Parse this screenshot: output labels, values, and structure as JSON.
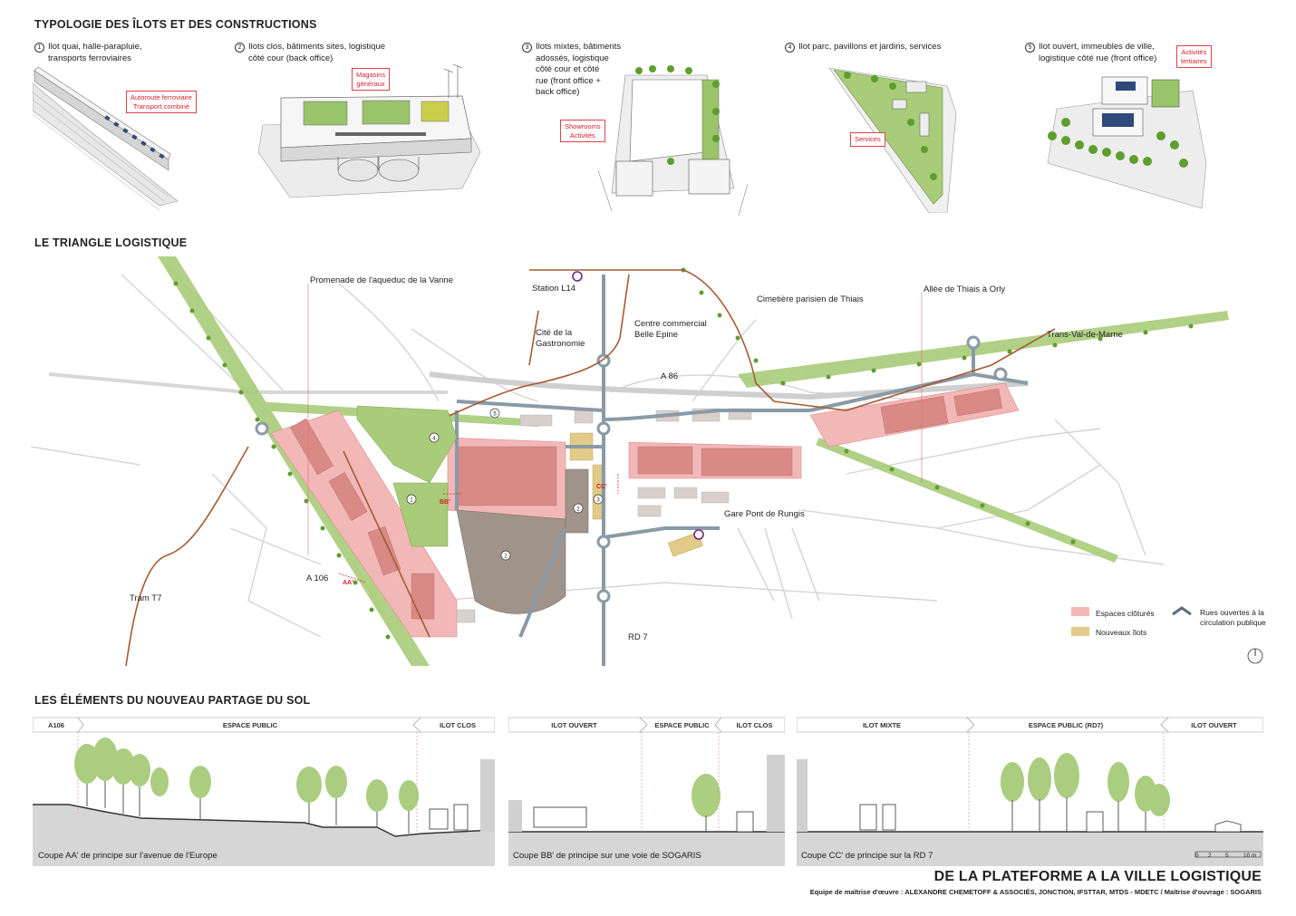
{
  "sections": {
    "typology_title": "TYPOLOGIE DES ÎLOTS ET DES CONSTRUCTIONS",
    "triangle_title": "LE TRIANGLE LOGISTIQUE",
    "partage_title": "LES ÉLÉMENTS DU NOUVEAU PARTAGE DU SOL"
  },
  "typologies": [
    {
      "num": "1",
      "label_lines": [
        "Ilot quai, halle-parapluie,",
        "transports ferroviaires"
      ],
      "tags": [
        "Autoroute ferroviaire\nTransport combiné"
      ]
    },
    {
      "num": "2",
      "label_lines": [
        "Ilots clos, bâtiments sites, logistique",
        "côté cour (back office)"
      ],
      "tags": [
        "Magasins\ngénéraux"
      ]
    },
    {
      "num": "3",
      "label_lines": [
        "Ilots mixtes, bâtiments",
        "adossés, logistique",
        "côté cour et côté",
        "rue (front office +",
        "back office)"
      ],
      "tags": [
        "Showrooms\nActivités"
      ]
    },
    {
      "num": "4",
      "label_lines": [
        "Ilot parc, pavillons et jardins, services"
      ],
      "tags": [
        "Services"
      ]
    },
    {
      "num": "5",
      "label_lines": [
        "Ilot ouvert, immeubles de ville,",
        "logistique côté rue (front office)"
      ],
      "tags": [
        "Activités\ntertiaires"
      ]
    }
  ],
  "map": {
    "labels": {
      "promenade": "Promenade de l'aqueduc de la Vanne",
      "station": "Station L14",
      "cite1": "Cité de la",
      "cite2": "Gastronomie",
      "centre1": "Centre commercial",
      "centre2": "Belle Epine",
      "cimetiere": "Cimetière parisien de Thiais",
      "allee": "Allée de Thiais à Orly",
      "trans": "Trans-Val-de-Marne",
      "a86": "A 86",
      "gare": "Gare Pont de Rungis",
      "a106": "A 106",
      "tram": "Tram T7",
      "rd7": "RD 7",
      "aa": "AA'",
      "bb": "BB'",
      "cc": "CC'"
    },
    "legend": {
      "espaces": "Espaces clôturés",
      "nouveaux": "Nouveaux îlots",
      "rues1": "Rues ouvertes à la",
      "rues2": "circulation publique"
    },
    "colors": {
      "fenced": "#f2b8b8",
      "building": "#d98a86",
      "green": "#a8cc7a",
      "road": "#8a9aa6",
      "tree": "#5e9e2e",
      "brown": "#a65a32"
    }
  },
  "sections_cuts": [
    {
      "segments": [
        "A106",
        "ESPACE PUBLIC",
        "ILOT CLOS"
      ],
      "caption": "Coupe AA' de principe sur l'avenue de l'Europe"
    },
    {
      "segments": [
        "ILOT OUVERT",
        "ESPACE PUBLIC",
        "ILOT CLOS"
      ],
      "caption": "Coupe BB' de principe sur une voie de SOGARIS"
    },
    {
      "segments": [
        "ILOT MIXTE",
        "ESPACE PUBLIC (RD7)",
        "ILOT OUVERT"
      ],
      "caption": "Coupe CC' de principe sur la RD 7"
    }
  ],
  "scale": {
    "marks": [
      "0",
      "2",
      "5",
      "10 m"
    ]
  },
  "footer": {
    "title": "DE LA PLATEFORME A LA VILLE LOGISTIQUE",
    "credits": "Equipe de maîtrise d'œuvre : ALEXANDRE CHEMETOFF & ASSOCIÉS, JONCTION, IFSTTAR, MTDS - MDETC / Maîtrise d'ouvrage : SOGARIS"
  }
}
